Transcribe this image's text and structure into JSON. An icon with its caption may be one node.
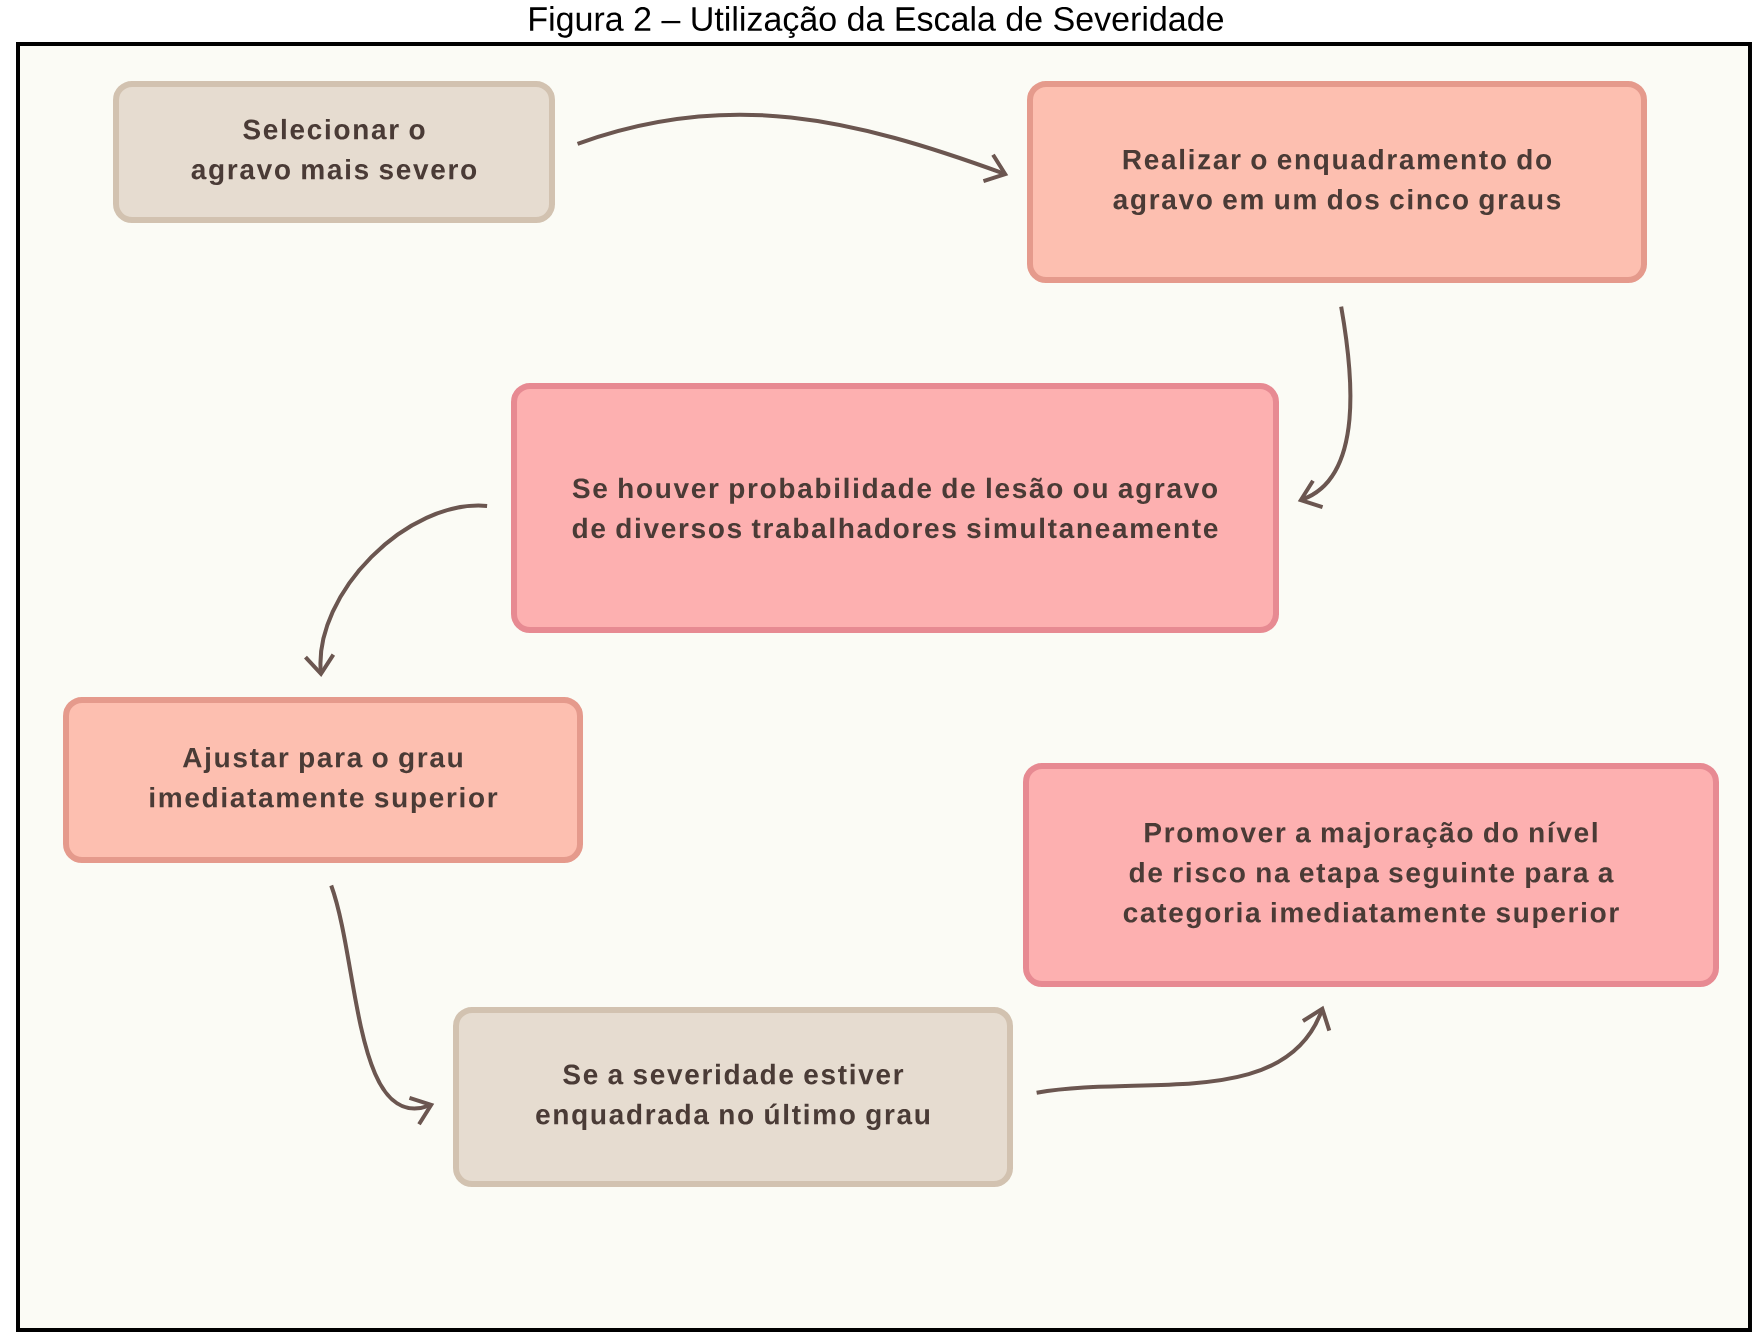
{
  "diagram": {
    "title": "Figura 2 – Utilização da Escala de Severidade",
    "nodes": [
      {
        "text": [
          "Selecionar o agravo mais severo"
        ]
      },
      {
        "text": [
          "Realizar o enquadramento do agravo em um dos cinco graus"
        ]
      },
      {
        "text": [
          "Se houver probabilidade de lesão ou agravo de diversos trabalhadores simultaneamente"
        ]
      },
      {
        "text": [
          "Ajustar para o grau imediatamente superior"
        ]
      },
      {
        "text": [
          "Se a severidade estiver enquadrada no último grau"
        ]
      },
      {
        "text": [
          "Promover a majoração do nível de risco na etapa seguinte para a categoria imediatamente superior"
        ]
      }
    ],
    "edges": [
      {
        "from": 0,
        "to": 1,
        "arrow": "to"
      },
      {
        "from": 1,
        "to": 2,
        "arrow": "to"
      },
      {
        "from": 2,
        "to": 3,
        "arrow": "to"
      },
      {
        "from": 3,
        "to": 4,
        "arrow": "to"
      },
      {
        "from": 4,
        "to": 5,
        "arrow": "to"
      }
    ]
  }
}
